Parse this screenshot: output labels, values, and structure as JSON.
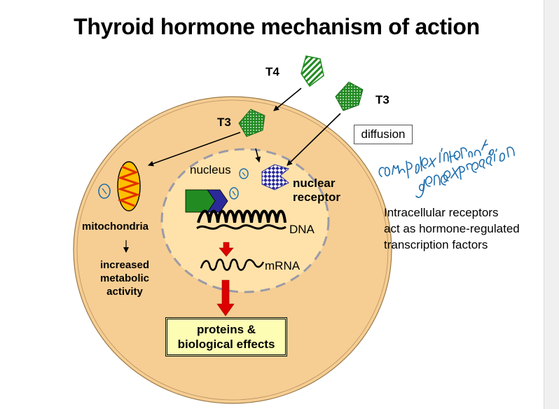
{
  "title": "Thyroid hormone mechanism of action",
  "labels": {
    "t4": "T4",
    "t3_top": "T3",
    "t3_cell": "T3",
    "diffusion": "diffusion",
    "nucleus": "nucleus",
    "nuclear_receptor": "nuclear\nreceptor",
    "dna": "DNA",
    "mrna": "mRNA",
    "mitochondria": "mitochondria",
    "increased_metabolic": "increased\nmetabolic\nactivity",
    "proteins": "proteins &\nbiological effects",
    "intracellular": "Intracellular receptors\nact as hormone-regulated\ntranscription factors"
  },
  "handwritten_note": "complex interacts gene expression",
  "colors": {
    "cell": "#f6ce93",
    "nucleus": "#ffe2aa",
    "hormone_green": "#228b22",
    "receptor_blue": "#2a2a9a",
    "arrow_red": "#dd0000",
    "mito": "#ffc000",
    "proteins_box": "#fdfdb4",
    "handwriting": "#1f6fae"
  }
}
